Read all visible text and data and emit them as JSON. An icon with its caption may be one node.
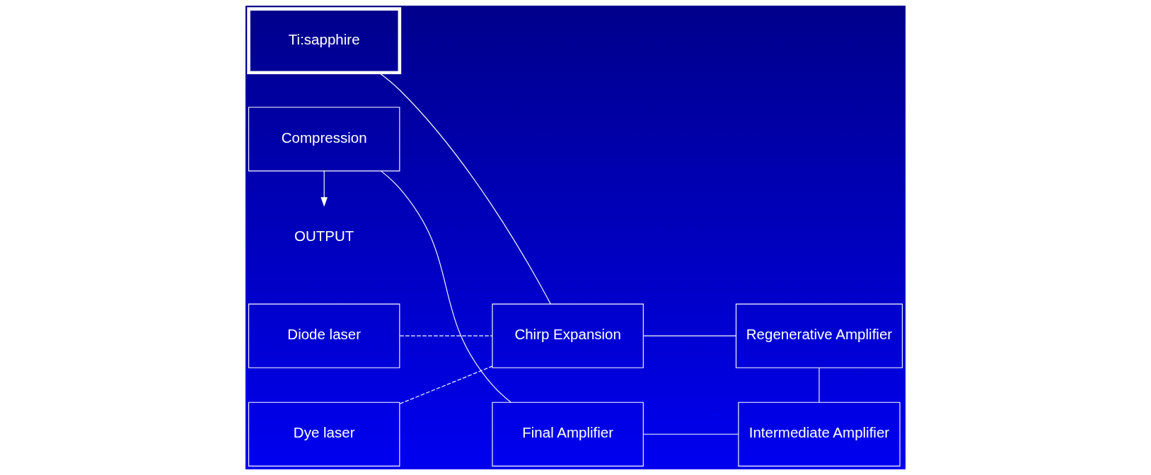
{
  "diagram": {
    "nodes": [
      {
        "text": [
          "Ti:sapphire"
        ]
      },
      {
        "text": [
          "Diode laser"
        ]
      },
      {
        "text": [
          "Dye laser"
        ]
      },
      {
        "text": [
          "Chirp Expansion"
        ]
      },
      {
        "text": [
          "Regenerative Amplifier"
        ]
      },
      {
        "text": [
          "Compression"
        ]
      },
      {
        "text": [
          "Final Amplifier"
        ]
      },
      {
        "text": [
          "Intermediate Amplifier"
        ]
      },
      {
        "text": [
          "OUTPUT"
        ]
      }
    ],
    "edges": [
      {
        "from": 0,
        "to": 3,
        "arrow": "none"
      },
      {
        "from": 1,
        "to": 3,
        "arrow": "none",
        "style": "dashed"
      },
      {
        "from": 2,
        "to": 3,
        "arrow": "none",
        "style": "dashed"
      },
      {
        "from": 3,
        "to": 4,
        "arrow": "none"
      },
      {
        "from": 4,
        "to": 7,
        "arrow": "none"
      },
      {
        "from": 7,
        "to": 6,
        "arrow": "none"
      },
      {
        "from": 6,
        "to": 5,
        "arrow": "none"
      },
      {
        "from": 5,
        "to": 8,
        "arrow": "to"
      }
    ]
  }
}
